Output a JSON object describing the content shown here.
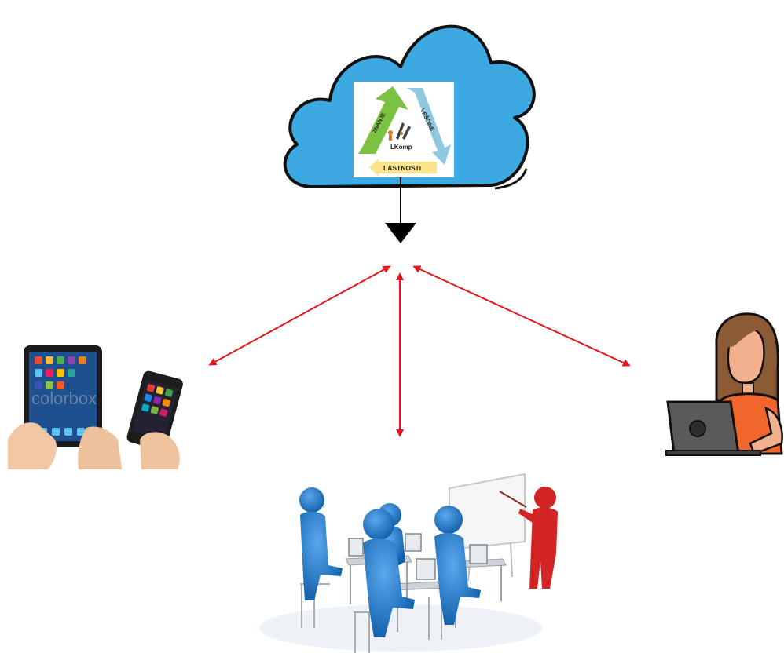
{
  "cloud": {
    "logo_text": "LKomp",
    "label_left": "ZNANJE",
    "label_right": "VEŠČINE",
    "label_bottom": "LASTNOSTI"
  },
  "devices": {
    "watermark": "colorbox"
  },
  "colors": {
    "cloud_fill": "#3da9e3",
    "cloud_outline": "#111111",
    "arrow_red": "#e8141a",
    "arrow_down": "#000000",
    "green_arrow": "#7cc242",
    "blue_arrow": "#8fc9e0",
    "yellow_arrow": "#fde68a",
    "person_blue": "#1a73c9",
    "teacher_red": "#d22424",
    "woman_top": "#f0662c"
  },
  "icons": {
    "cloud": "cloud-icon",
    "devices": "tablet-phone-icon",
    "classroom": "classroom-icon",
    "user": "woman-laptop-icon"
  }
}
